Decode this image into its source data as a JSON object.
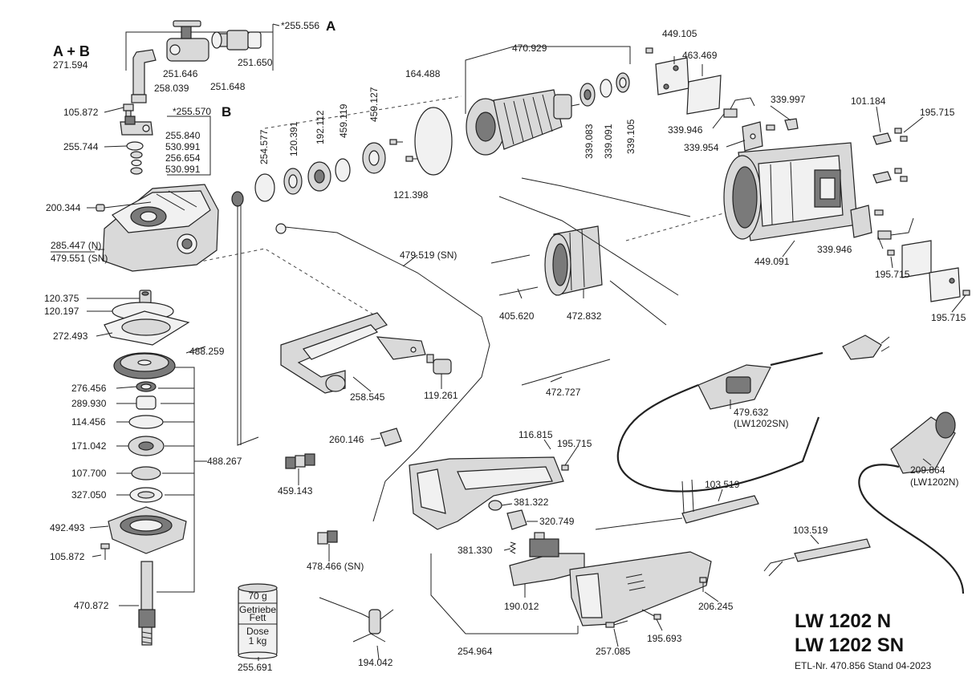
{
  "title": {
    "model_n": "LW 1202 N",
    "model_sn": "LW 1202 SN",
    "footer": "ETL-Nr.  470.856  Stand 04-2023"
  },
  "groups": {
    "ab_label": "A + B",
    "ab_number": "271.594",
    "a_number": "*255.556",
    "a_letter": "A",
    "b_number": "*255.570",
    "b_letter": "B"
  },
  "parts": {
    "p251646": "251.646",
    "p251650": "251.650",
    "p251648": "251.648",
    "p258039": "258.039",
    "p105872a": "105.872",
    "p255840": "255.840",
    "p255744": "255.744",
    "p530991a": "530.991",
    "p256654": "256.654",
    "p530991b": "530.991",
    "p200344": "200.344",
    "p285447": "285.447 (N)",
    "p479551": "479.551 (SN)",
    "p254577": "254.577",
    "p120391": "120.391",
    "p192112": "192.112",
    "p459119": "459.119",
    "p459127": "459.127",
    "p164488": "164.488",
    "p121398": "121.398",
    "p470929": "470.929",
    "p339083": "339.083",
    "p339091": "339.091",
    "p339105": "339.105",
    "p449105": "449.105",
    "p463469": "463.469",
    "p339997": "339.997",
    "p339946a": "339.946",
    "p339954": "339.954",
    "p101184": "101.184",
    "p195715a": "195.715",
    "p449091": "449.091",
    "p339946b": "339.946",
    "p195715b": "195.715",
    "p195715c": "195.715",
    "p120375": "120.375",
    "p120197": "120.197",
    "p272493": "272.493",
    "p488259": "488.259",
    "p276456": "276.456",
    "p289930": "289.930",
    "p114456": "114.456",
    "p171042": "171.042",
    "p107700": "107.700",
    "p327050": "327.050",
    "p488267": "488.267",
    "p492493": "492.493",
    "p105872b": "105.872",
    "p470872": "470.872",
    "p479519": "479.519 (SN)",
    "p405620": "405.620",
    "p472832": "472.832",
    "p258545": "258.545",
    "p119261": "119.261",
    "p472727": "472.727",
    "p479632": "479.632",
    "p479632sub": "(LW1202SN)",
    "p260146": "260.146",
    "p116815": "116.815",
    "p195715d": "195.715",
    "p459143": "459.143",
    "p381322": "381.322",
    "p320749": "320.749",
    "p381330": "381.330",
    "p478466": "478.466 (SN)",
    "p190012": "190.012",
    "p103519a": "103.519",
    "p209864": "209.864",
    "p209864sub": "(LW1202N)",
    "p103519b": "103.519",
    "p206245": "206.245",
    "p195693": "195.693",
    "p257085": "257.085",
    "p254964": "254.964",
    "p194042": "194.042",
    "p255691": "255.691"
  },
  "grease": {
    "weight": "70 g",
    "line1": "Getriebe",
    "line2": "Fett",
    "line3": "Dose",
    "line4": "1 kg"
  }
}
